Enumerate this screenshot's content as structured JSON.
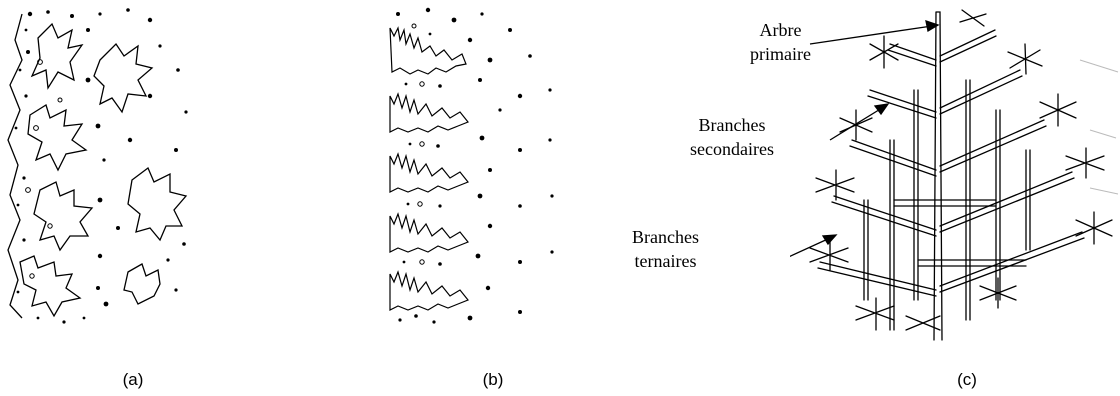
{
  "panels": {
    "a": {
      "caption": "(a)"
    },
    "b": {
      "caption": "(b)"
    },
    "c": {
      "caption": "(c)"
    }
  },
  "annotations": {
    "primary": [
      "Arbre",
      "primaire"
    ],
    "secondary": [
      "Branches",
      "secondaires"
    ],
    "ternary": [
      "Branches",
      "ternaires"
    ]
  }
}
